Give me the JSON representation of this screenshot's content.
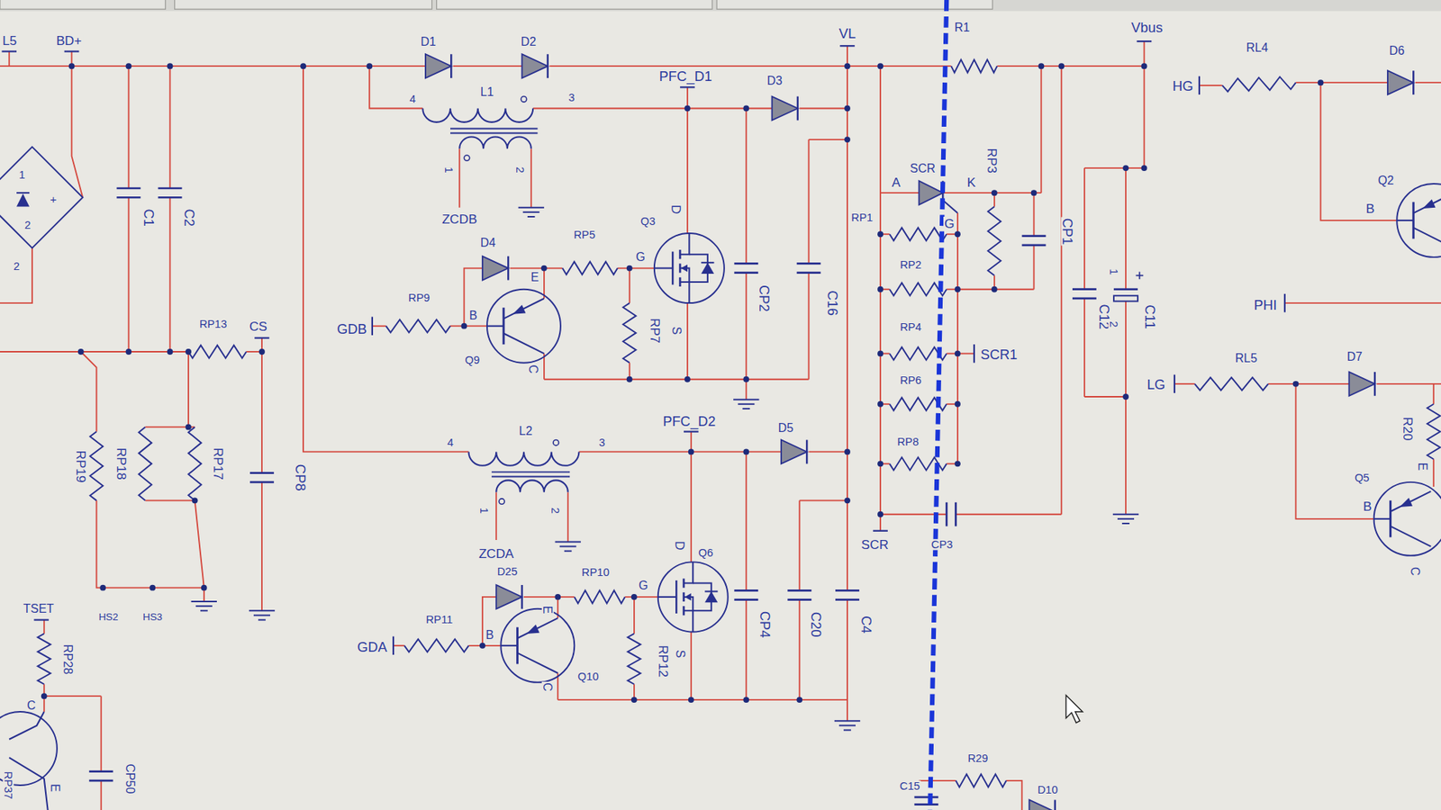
{
  "diagram": {
    "labels": [
      "L5",
      "BD+",
      "D1",
      "D2",
      "VL",
      "R1",
      "Vbus",
      "RL4",
      "D6",
      "PFC_D1",
      "D3",
      "HG",
      "L1",
      "4",
      "3",
      "1",
      "+",
      "2",
      "2",
      "SCR",
      "1",
      "2",
      "RP3",
      "Q2",
      "A",
      "K",
      "C1",
      "C2",
      "ZCDB",
      "D",
      "Q3",
      "B",
      "RP1",
      "G",
      "CP1",
      "D4",
      "RP5",
      "G",
      "RP2",
      "1",
      "E",
      "RP9",
      "CP2",
      "PHI",
      "C16",
      "C12",
      "C11",
      "B",
      "RP13",
      "CS",
      "RP7",
      "2",
      "RP4",
      "S",
      "GDB",
      "SCR1",
      "Q9",
      "RL5",
      "D7",
      "C",
      "RP6",
      "LG",
      "PFC_D2",
      "D5",
      "R20",
      "L2",
      "RP8",
      "4",
      "3",
      "RP19",
      "RP18",
      "RP17",
      "CP8",
      "E",
      "Q5",
      "1",
      "2",
      "B",
      "SCR",
      "CP3",
      "D",
      "ZCDA",
      "Q6",
      "C",
      "D25",
      "RP10",
      "G",
      "E",
      "TSET",
      "HS2",
      "HS3",
      "RP11",
      "CP4",
      "C20",
      "C4",
      "B",
      "GDA",
      "S",
      "RP28",
      "RP12",
      "Q10",
      "C",
      "C",
      "R29",
      "CP50",
      "RP37",
      "E",
      "C15",
      "D10"
    ]
  }
}
